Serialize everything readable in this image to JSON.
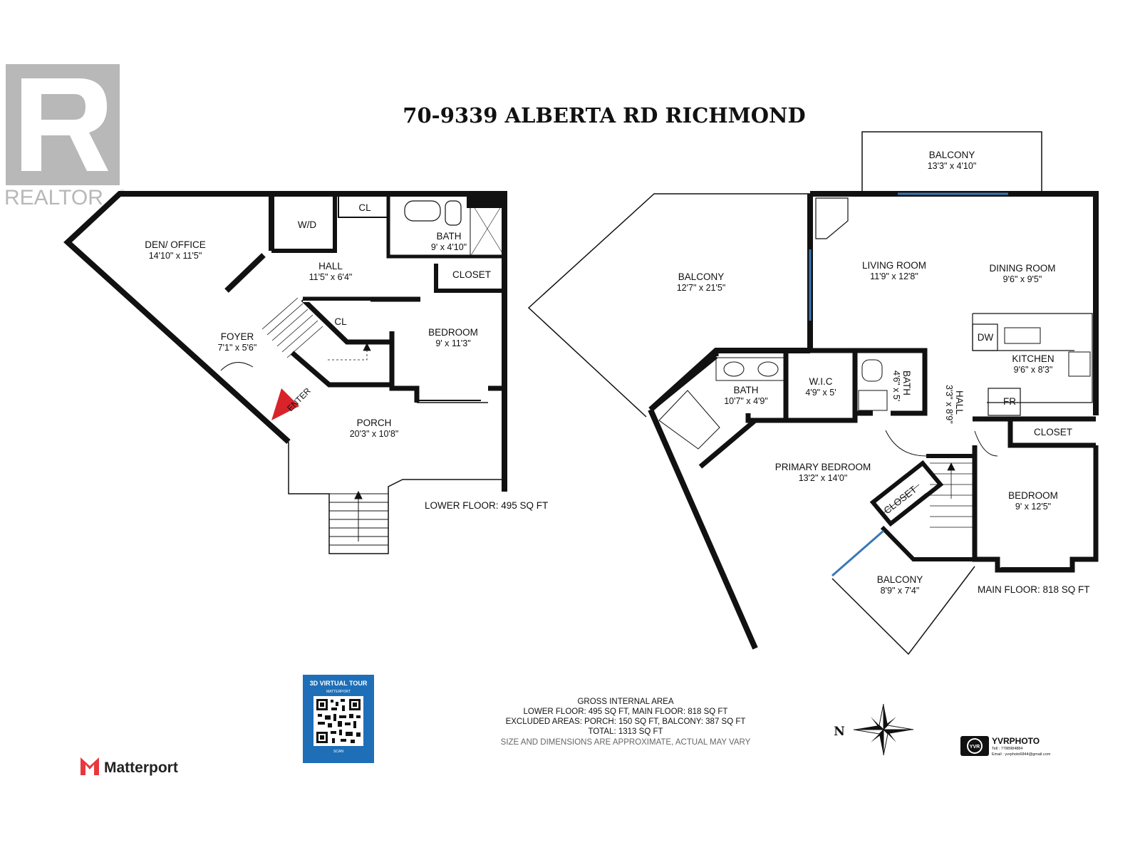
{
  "brand": {
    "realtor": "REALTOR",
    "matterport": "Matterport",
    "yvr": "YVR",
    "yvr_name": "YVRPHOTO",
    "yvr_tel": "Tell : 7788984884",
    "yvr_email": "Email : yvrphoto6844@gmail.com"
  },
  "title": "70-9339 ALBERTA RD RICHMOND",
  "lower_floor": {
    "label": "LOWER FLOOR: 495 SQ FT",
    "rooms": {
      "den": {
        "name": "DEN/ OFFICE",
        "dim": "14'10\" x 11'5\""
      },
      "wd": {
        "name": "W/D"
      },
      "cl": {
        "name": "CL"
      },
      "bath": {
        "name": "BATH",
        "dim": "9' x 4'10\""
      },
      "hall": {
        "name": "HALL",
        "dim": "11'5\" x 6'4\""
      },
      "closet": {
        "name": "CLOSET"
      },
      "cl2": {
        "name": "CL"
      },
      "foyer": {
        "name": "FOYER",
        "dim": "7'1\" x 5'6\""
      },
      "bedroom": {
        "name": "BEDROOM",
        "dim": "9' x 11'3\""
      },
      "porch": {
        "name": "PORCH",
        "dim": "20'3\" x 10'8\""
      },
      "enter": {
        "name": "ENTER"
      }
    }
  },
  "main_floor": {
    "label": "MAIN FLOOR: 818 SQ FT",
    "rooms": {
      "balcony_top": {
        "name": "BALCONY",
        "dim": "13'3\" x 4'10\""
      },
      "balcony_big": {
        "name": "BALCONY",
        "dim": "12'7\" x 21'5\""
      },
      "living": {
        "name": "LIVING ROOM",
        "dim": "11'9\" x 12'8\""
      },
      "dining": {
        "name": "DINING ROOM",
        "dim": "9'6\" x 9'5\""
      },
      "dw": {
        "name": "DW"
      },
      "kitchen": {
        "name": "KITCHEN",
        "dim": "9'6\" x 8'3\""
      },
      "fr": {
        "name": "FR"
      },
      "bath1": {
        "name": "BATH",
        "dim": "10'7\" x 4'9\""
      },
      "wic": {
        "name": "W.I.C",
        "dim": "4'9\" x 5'"
      },
      "bath2": {
        "name": "BATH",
        "dim": "4'6\" x 5'"
      },
      "hall": {
        "name": "HALL",
        "dim": "3'3\" x 8'9\""
      },
      "closet": {
        "name": "CLOSET"
      },
      "primary": {
        "name": "PRIMARY BEDROOM",
        "dim": "13'2\" x 14'0\""
      },
      "closet2": {
        "name": "CLOSET"
      },
      "bedroom": {
        "name": "BEDROOM",
        "dim": "9' x 12'5\""
      },
      "balcony_small": {
        "name": "BALCONY",
        "dim": "8'9\" x 7'4\""
      }
    }
  },
  "qr": {
    "title": "3D VIRTUAL TOUR",
    "sub": "MATTERPORT",
    "scan": "SCAN"
  },
  "area": {
    "line1": "GROSS INTERNAL AREA",
    "line2": "LOWER FLOOR: 495 SQ FT, MAIN FLOOR: 818 SQ FT",
    "line3": "EXCLUDED AREAS: PORCH: 150 SQ FT, BALCONY: 387 SQ FT",
    "line4": "TOTAL: 1313 SQ FT",
    "line5": "SIZE AND DIMENSIONS ARE APPROXIMATE, ACTUAL MAY VARY"
  },
  "compass": {
    "north": "N"
  },
  "colors": {
    "wall": "#111111",
    "realtor_logo": "#b8b8b8",
    "qr_blue": "#1e6fb8",
    "matterport": "#e8383d",
    "window": "#3a78b5",
    "enter_arrow": "#d9232a"
  }
}
